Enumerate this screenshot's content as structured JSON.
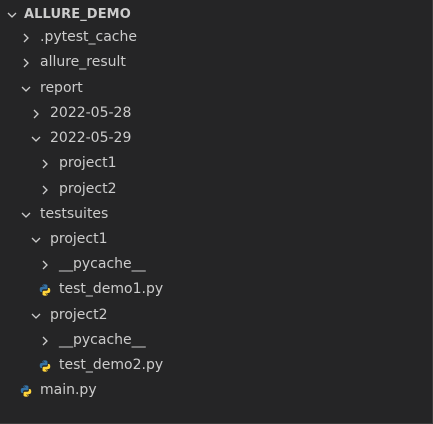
{
  "explorer": {
    "root": {
      "label": "ALLURE_DEMO",
      "expanded": true
    },
    "items": [
      {
        "label": ".pytest_cache",
        "type": "folder",
        "expanded": false,
        "depth": 1
      },
      {
        "label": "allure_result",
        "type": "folder",
        "expanded": false,
        "depth": 1
      },
      {
        "label": "report",
        "type": "folder",
        "expanded": true,
        "depth": 1
      },
      {
        "label": "2022-05-28",
        "type": "folder",
        "expanded": false,
        "depth": 2
      },
      {
        "label": "2022-05-29",
        "type": "folder",
        "expanded": true,
        "depth": 2
      },
      {
        "label": "project1",
        "type": "folder",
        "expanded": false,
        "depth": 3
      },
      {
        "label": "project2",
        "type": "folder",
        "expanded": false,
        "depth": 3
      },
      {
        "label": "testsuites",
        "type": "folder",
        "expanded": true,
        "depth": 1
      },
      {
        "label": "project1",
        "type": "folder",
        "expanded": true,
        "depth": 2
      },
      {
        "label": "__pycache__",
        "type": "folder",
        "expanded": false,
        "depth": 3
      },
      {
        "label": "test_demo1.py",
        "type": "python-file",
        "depth": 3
      },
      {
        "label": "project2",
        "type": "folder",
        "expanded": true,
        "depth": 2
      },
      {
        "label": "__pycache__",
        "type": "folder",
        "expanded": false,
        "depth": 3
      },
      {
        "label": "test_demo2.py",
        "type": "python-file",
        "depth": 3
      },
      {
        "label": "main.py",
        "type": "python-file",
        "depth": 1
      }
    ]
  },
  "colors": {
    "background": "#252526",
    "text": "#cccccc",
    "python_blue": "#3572A5",
    "python_yellow": "#FFD43B"
  }
}
